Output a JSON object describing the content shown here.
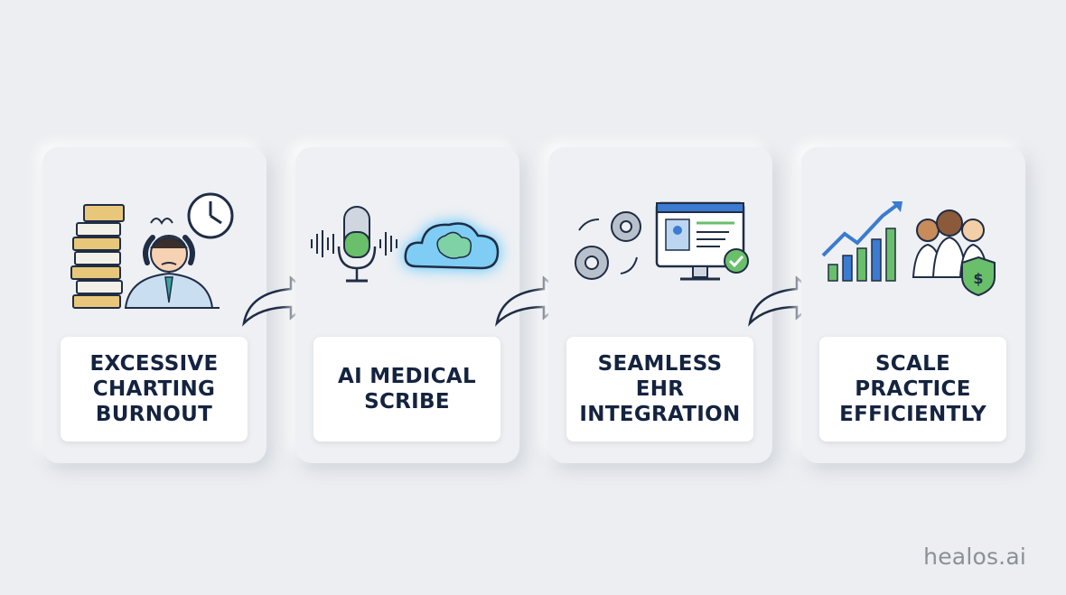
{
  "steps": [
    {
      "label": "EXCESSIVE\nCHARTING\nBURNOUT",
      "icons": [
        "paper-stack-icon",
        "stressed-doctor-icon",
        "clock-icon"
      ]
    },
    {
      "label": "AI MEDICAL\nSCRIBE",
      "icons": [
        "sound-wave-icon",
        "microphone-icon",
        "cloud-brain-icon"
      ]
    },
    {
      "label": "SEAMLESS\nEHR\nINTEGRATION",
      "icons": [
        "gears-icon",
        "ehr-monitor-icon",
        "checkmark-icon"
      ]
    },
    {
      "label": "SCALE\nPRACTICE\nEFFICIENTLY",
      "icons": [
        "growth-chart-icon",
        "medical-team-icon",
        "shield-dollar-icon"
      ]
    }
  ],
  "brand": "healos.ai",
  "colors": {
    "navy": "#14233f",
    "green": "#6abf6a",
    "blue": "#3b7bd0",
    "glow": "#4ec3ff",
    "background": "#eceef1"
  }
}
